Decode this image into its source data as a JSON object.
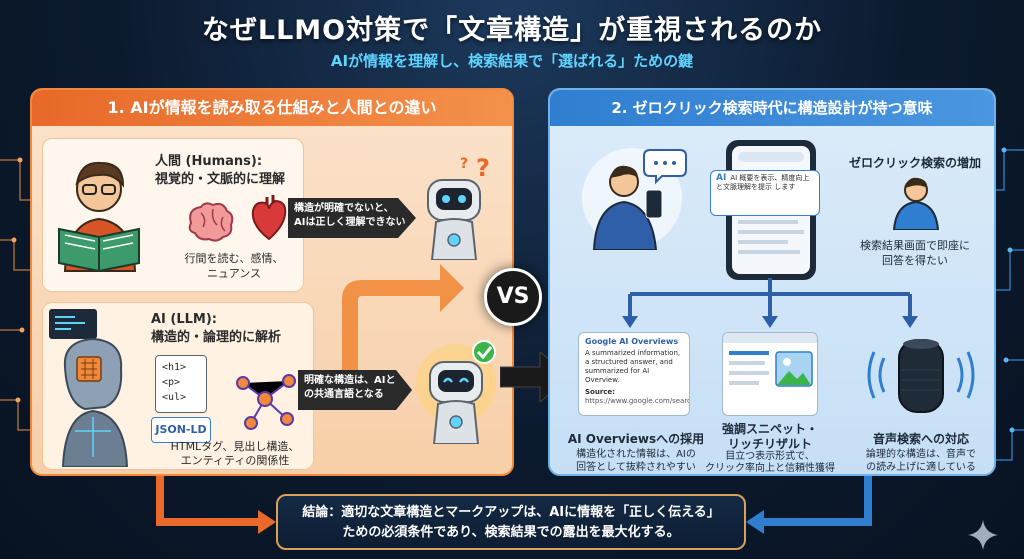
{
  "header": {
    "title": "なぜLLMO対策で「文章構造」が重視されるのか",
    "subtitle": "AIが情報を理解し、検索結果で「選ばれる」ための鍵"
  },
  "left_panel": {
    "heading": "1. AIが情報を読み取る仕組みと人間との違い",
    "human": {
      "title_line1": "人間 (Humans):",
      "title_line2": "視覚的・文脈的に理解",
      "note_line1": "行間を読む、感情、",
      "note_line2": "ニュアンス"
    },
    "human_arrow": {
      "line1": "構造が明確でないと、",
      "line2": "AIは正しく理解できない"
    },
    "ai": {
      "title_line1": "AI (LLM):",
      "title_line2": "構造的・論理的に解析",
      "code_tags": [
        "<h1>",
        "<p>",
        "<ul>"
      ],
      "json_label": "JSON-LD",
      "note_line1": "HTMLタグ、見出し構造、",
      "note_line2": "エンティティの関係性"
    },
    "ai_arrow": {
      "line1": "明確な構造は、AIと",
      "line2": "の共通言語となる"
    }
  },
  "vs_label": "VS",
  "right_panel": {
    "heading": "2. ゼロクリック検索時代に構造設計が持つ意味",
    "chat_label": "AI",
    "chat_text": "AI 概要を表示、精度向上 と文脈理解を提示 します",
    "zero_click_title": "ゼロクリック検索の増加",
    "zero_click_note_line1": "検索結果画面で即座に",
    "zero_click_note_line2": "回答を得たい",
    "overview_card": {
      "brand": "Google AI Overviews",
      "body": "A summarized information, a structured answer, and summarized for AI Overview.",
      "source_label": "Source:",
      "source_url": "https://www.google.com/search?..."
    },
    "outcomes": [
      {
        "title": "AI Overviewsへの採用",
        "note_line1": "構造化された情報は、AIの",
        "note_line2": "回答として抜粋されやすい"
      },
      {
        "title_line1": "強調スニペット・",
        "title_line2": "リッチリザルト",
        "note_line1": "目立つ表示形式で、",
        "note_line2": "クリック率向上と信頼性獲得"
      },
      {
        "title": "音声検索への対応",
        "note_line1": "論理的な構造は、音声で",
        "note_line2": "の読み上げに適している"
      }
    ]
  },
  "conclusion": {
    "line1": "結論：適切な文章構造とマークアップは、AIに情報を「正しく伝える」",
    "line2": "ための必須条件であり、検索結果での露出を最大化する。"
  },
  "colors": {
    "left_accent": "#e8692a",
    "right_accent": "#2f7ed0",
    "subtitle": "#5fd4ff",
    "check_green": "#3bb54a"
  },
  "icons": [
    "person-reading-icon",
    "brain-icon",
    "heart-icon",
    "robot-confused-icon",
    "ai-humanoid-icon",
    "code-tags-icon",
    "json-ld-icon",
    "graph-network-icon",
    "robot-happy-icon",
    "check-icon",
    "chat-bubble-icon",
    "smartphone-icon",
    "thinking-person-icon",
    "image-placeholder-icon",
    "smart-speaker-icon",
    "sparkle-icon"
  ]
}
